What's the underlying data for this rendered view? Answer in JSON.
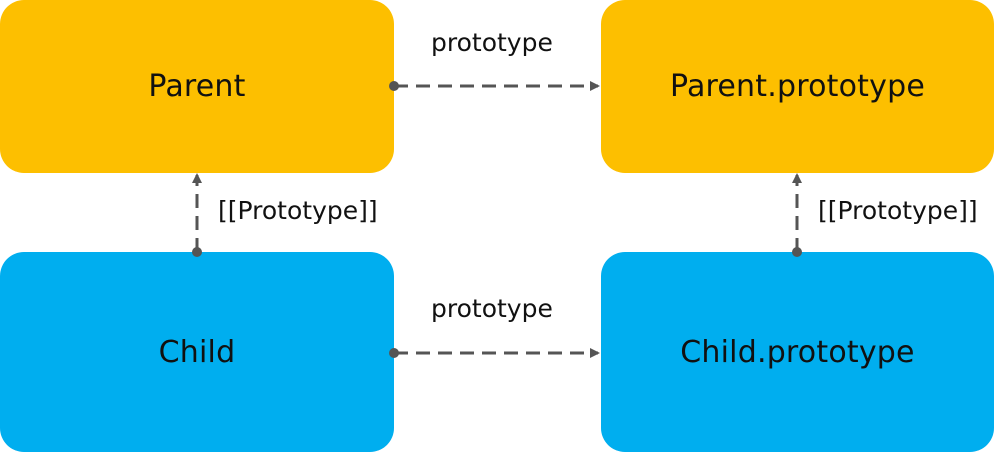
{
  "nodes": {
    "parent": {
      "label": "Parent",
      "color": "#FDBF00"
    },
    "parent_prototype": {
      "label": "Parent.prototype",
      "color": "#FDBF00"
    },
    "child": {
      "label": "Child",
      "color": "#00AEEF"
    },
    "child_prototype": {
      "label": "Child.prototype",
      "color": "#00AEEF"
    }
  },
  "edges": {
    "parent_to_parent_prototype": "prototype",
    "child_to_child_prototype": "prototype",
    "child_to_parent": "[[Prototype]]",
    "child_prototype_to_parent_prototype": "[[Prototype]]"
  },
  "connector_color": "#555555"
}
